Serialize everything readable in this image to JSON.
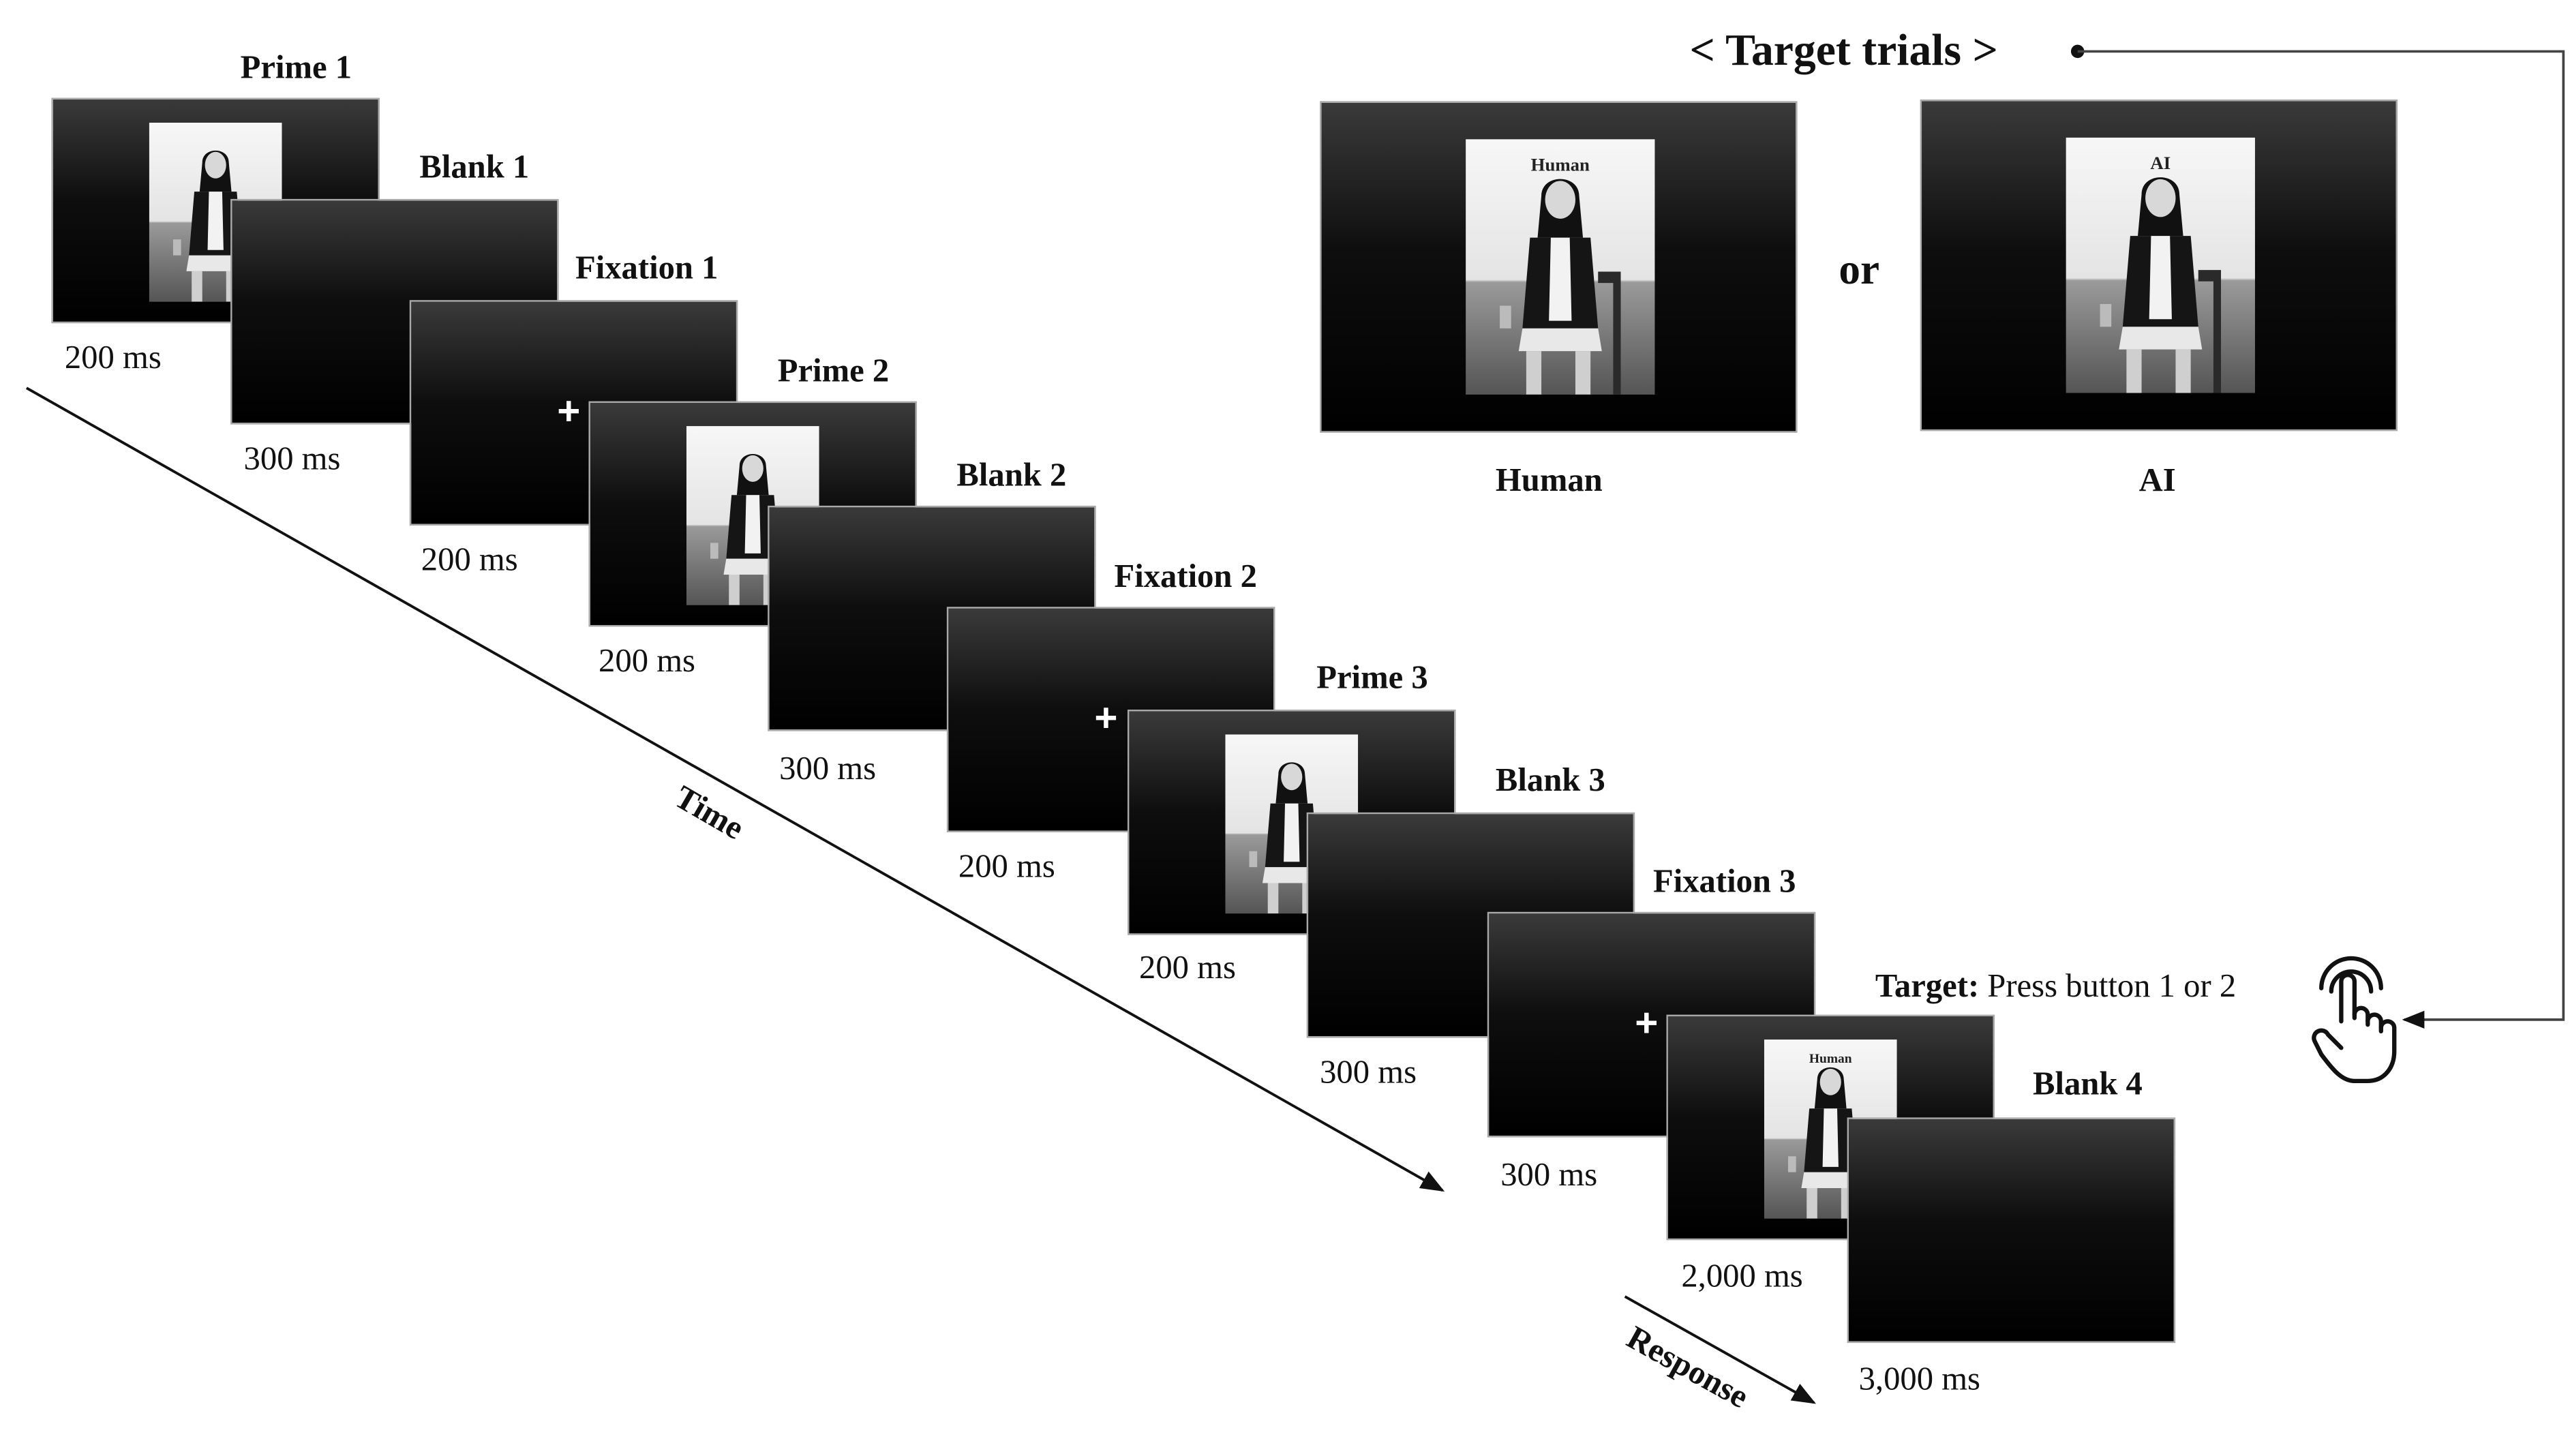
{
  "sequence": [
    {
      "label": "Prime 1",
      "duration": "200 ms"
    },
    {
      "label": "Blank 1",
      "duration": "300 ms"
    },
    {
      "label": "Fixation 1",
      "duration": "200 ms"
    },
    {
      "label": "Prime 2",
      "duration": "200 ms"
    },
    {
      "label": "Blank 2",
      "duration": "300 ms"
    },
    {
      "label": "Fixation 2",
      "duration": "200 ms"
    },
    {
      "label": "Prime 3",
      "duration": "200 ms"
    },
    {
      "label": "Blank 3",
      "duration": "300 ms"
    },
    {
      "label": "Fixation 3",
      "duration": "300 ms"
    },
    {
      "label": "",
      "duration": "2,000 ms",
      "caption": "Human"
    },
    {
      "label": "Blank 4",
      "duration": "3,000 ms"
    }
  ],
  "fixation_symbol": "+",
  "time_axis_label": "Time",
  "response_label": "Response",
  "target_trials": {
    "title": "< Target trials >",
    "connector": "or",
    "options": [
      {
        "caption": "Human",
        "label": "Human"
      },
      {
        "caption": "AI",
        "label": "AI"
      }
    ]
  },
  "target_instruction": {
    "bold": "Target:",
    "text": "Press button 1 or 2"
  },
  "icons": {
    "pointer": "hand-pointer-tap-icon"
  }
}
